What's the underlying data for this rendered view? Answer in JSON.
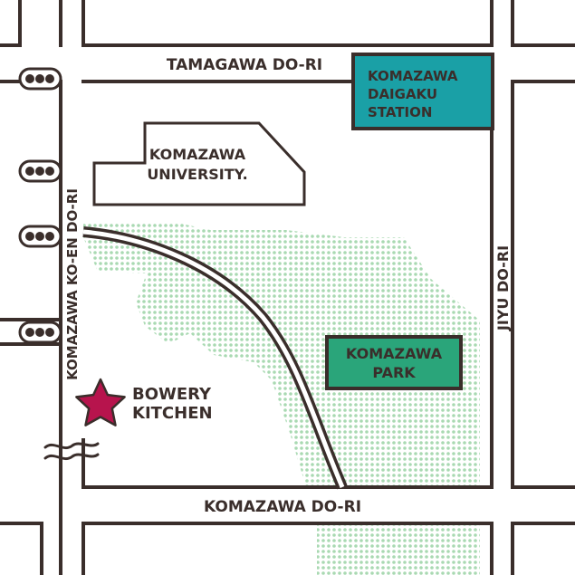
{
  "colors": {
    "road_outline": "#3a2e2b",
    "background": "#ffffff",
    "park_dots": "#a9d9b2",
    "station_fill": "#1aa0a6",
    "park_label_fill": "#2aa57a",
    "marker": "#b7144d"
  },
  "streets": {
    "tamagawa": "TAMAGAWA DO-RI",
    "komazawa": "KOMAZAWA DO-RI",
    "jiyu": "JIYU DO-RI",
    "koen": "KOMAZAWA KO-EN DO-RI"
  },
  "station": {
    "line1": "KOMAZAWA",
    "line2": "DAIGAKU",
    "line3": "STATION"
  },
  "university": {
    "line1": "KOMAZAWA",
    "line2": "UNIVERSITY."
  },
  "park": {
    "line1": "KOMAZAWA",
    "line2": "PARK"
  },
  "marker": {
    "icon": "star-icon",
    "line1": "BOWERY",
    "line2": "KITCHEN"
  },
  "traffic_lights": {
    "icon": "traffic-light-icon",
    "count": 4
  }
}
